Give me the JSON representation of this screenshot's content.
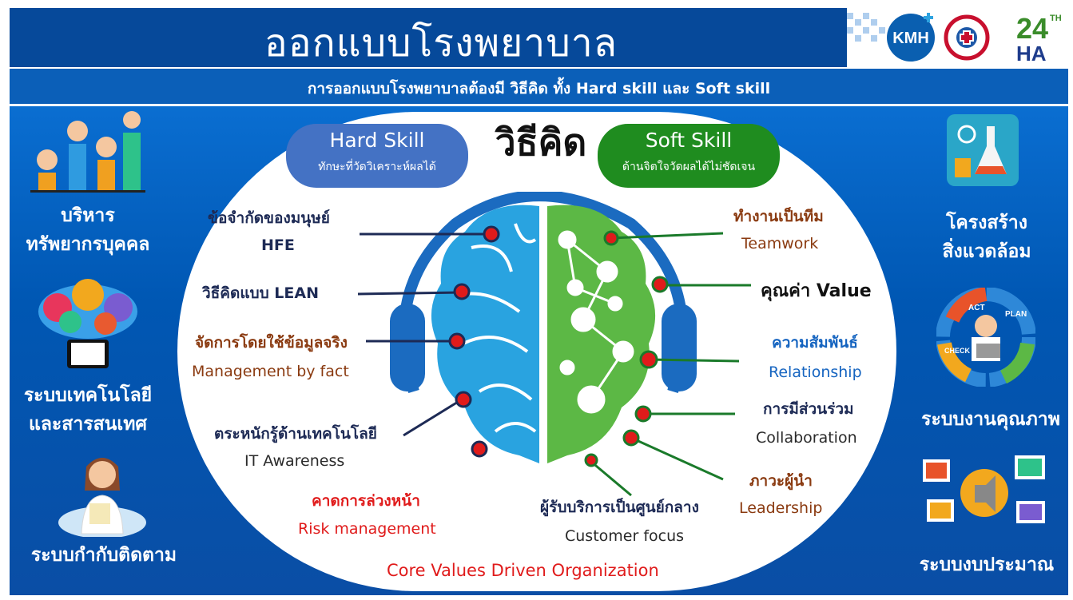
{
  "header": {
    "title": "ออกแบบโรงพยาบาล",
    "subtitle": "การออกแบบโรงพยาบาลต้องมี วิธีคิด ทั้ง  Hard skill และ Soft skill"
  },
  "logos": {
    "kmh_text": "KMH",
    "ha_number": "24",
    "ha_suffix": "TH",
    "ha_text": "HA"
  },
  "center_title": "วิธีคิด",
  "hard_skill": {
    "title": "Hard Skill",
    "desc": "ทักษะที่วัดวิเคราะห์ผลได้"
  },
  "soft_skill": {
    "title": "Soft Skill",
    "desc": "ด้านจิตใจวัดผลได้ไม่ชัดเจน"
  },
  "left_panel": {
    "item1": {
      "line1": "บริหาร",
      "line2": "ทรัพยากรบุคคล"
    },
    "item2": {
      "line1": "ระบบเทคโนโลยี",
      "line2": "และสารสนเทศ"
    },
    "item3": {
      "line1": "ระบบกำกับติดตาม"
    }
  },
  "right_panel": {
    "item1": {
      "line1": "โครงสร้าง",
      "line2": "สิ่งแวดล้อม"
    },
    "item2": {
      "line1": "ระบบงานคุณภาพ"
    },
    "item3": {
      "line1": "ระบบงบประมาณ"
    },
    "cycle": {
      "act": "ACT",
      "plan": "PLAN",
      "check": "CHECK"
    }
  },
  "hard_items": [
    {
      "th": "ข้อจำกัดของมนุษย์",
      "en": "HFE"
    },
    {
      "th": "วิธีคิดแบบ LEAN",
      "en": ""
    },
    {
      "th": "จัดการโดยใช้ข้อมูลจริง",
      "en": "Management by fact"
    },
    {
      "th": "ตระหนักรู้ด้านเทคโนโลยี",
      "en": "IT Awareness"
    },
    {
      "th": "คาดการล่วงหน้า",
      "en": "Risk management"
    }
  ],
  "soft_items": [
    {
      "th": "ทำงานเป็นทีม",
      "en": "Teamwork"
    },
    {
      "th": "คุณค่า  Value",
      "en": ""
    },
    {
      "th": "ความสัมพันธ์",
      "en": "Relationship"
    },
    {
      "th": "การมีส่วนร่วม",
      "en": "Collaboration"
    },
    {
      "th": "ภาวะผู้นำ",
      "en": "Leadership"
    },
    {
      "th": "ผู้รับบริการเป็นศูนย์กลาง",
      "en": "Customer focus"
    }
  ],
  "footer": "Core Values Driven Organization",
  "colors": {
    "header_bg": "#06499a",
    "hard_pill": "#4472c4",
    "soft_pill": "#1f8c1f",
    "brain_left": "#29a3e0",
    "brain_right": "#5cb845",
    "node": "#e01b1b"
  }
}
